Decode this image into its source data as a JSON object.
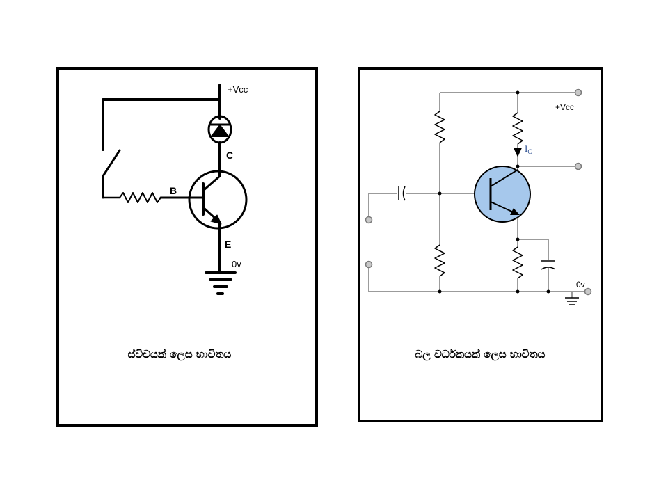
{
  "left_panel": {
    "vcc_label": "+Vcc",
    "collector_label": "C",
    "base_label": "B",
    "emitter_label": "E",
    "ground_label": "0v",
    "caption": "ස්විචයක් ලෙස භාවිතය"
  },
  "right_panel": {
    "vcc_label": "+Vcc",
    "current_label": "I",
    "current_subscript": "C",
    "ground_label": "0v",
    "caption": "බල වර්ධකයක් ලෙස භාවිතය"
  },
  "colors": {
    "transistor_fill": "#a6c8ec",
    "current_label": "#2a4d8f",
    "wire_light": "#7a7a7a",
    "terminal": "#c8c8c8"
  }
}
